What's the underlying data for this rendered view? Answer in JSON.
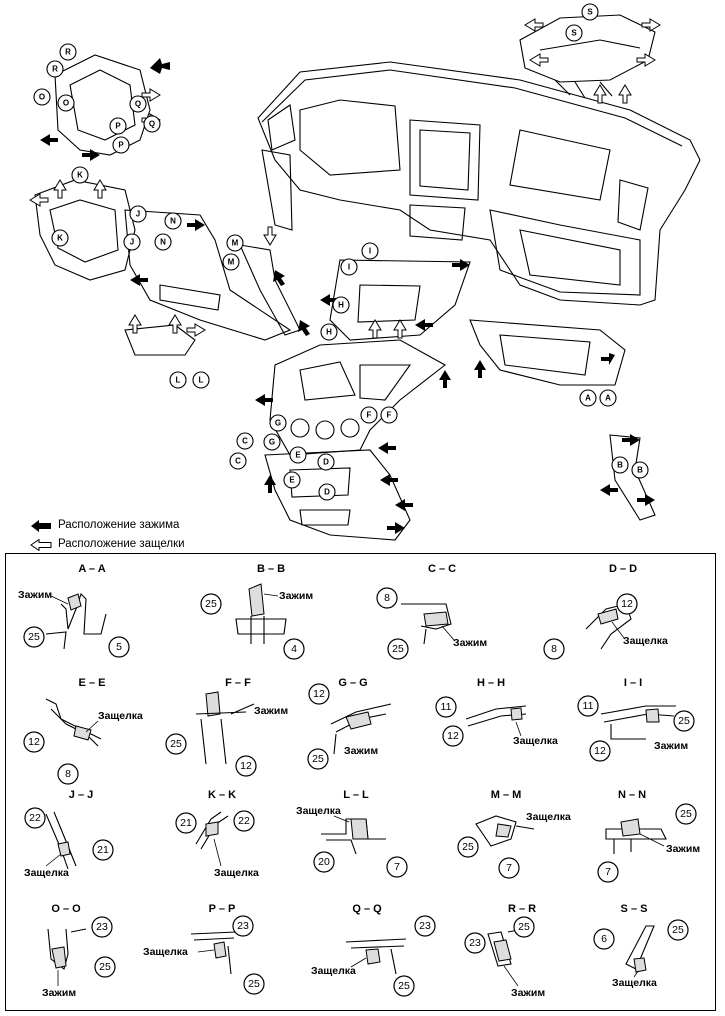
{
  "legend": {
    "clip_label": "Расположение зажима",
    "latch_label": "Расположение защелки",
    "clip_icon": "filled-arrow-icon",
    "latch_icon": "outline-arrow-icon"
  },
  "callouts": [
    "A",
    "A",
    "B",
    "B",
    "C",
    "C",
    "D",
    "D",
    "E",
    "E",
    "F",
    "F",
    "G",
    "G",
    "H",
    "H",
    "I",
    "I",
    "J",
    "J",
    "K",
    "K",
    "L",
    "L",
    "M",
    "M",
    "N",
    "N",
    "O",
    "O",
    "P",
    "P",
    "Q",
    "Q",
    "R",
    "R",
    "S",
    "S"
  ],
  "sections": [
    {
      "title": "A – A",
      "parts": [
        "25",
        "5"
      ],
      "labels": [
        "Зажим"
      ]
    },
    {
      "title": "B – B",
      "parts": [
        "25",
        "4"
      ],
      "labels": [
        "Зажим"
      ]
    },
    {
      "title": "C – C",
      "parts": [
        "8",
        "25"
      ],
      "labels": [
        "Зажим"
      ]
    },
    {
      "title": "D – D",
      "parts": [
        "12",
        "8"
      ],
      "labels": [
        "Защелка"
      ]
    },
    {
      "title": "E – E",
      "parts": [
        "12",
        "8"
      ],
      "labels": [
        "Защелка"
      ]
    },
    {
      "title": "F – F",
      "parts": [
        "25",
        "12"
      ],
      "labels": [
        "Зажим"
      ]
    },
    {
      "title": "G – G",
      "parts": [
        "12",
        "25"
      ],
      "labels": [
        "Зажим"
      ]
    },
    {
      "title": "H – H",
      "parts": [
        "11",
        "12"
      ],
      "labels": [
        "Защелка"
      ]
    },
    {
      "title": "I – I",
      "parts": [
        "11",
        "25",
        "12"
      ],
      "labels": [
        "Зажим"
      ]
    },
    {
      "title": "J – J",
      "parts": [
        "22",
        "21"
      ],
      "labels": [
        "Защелка"
      ]
    },
    {
      "title": "K – K",
      "parts": [
        "21",
        "22"
      ],
      "labels": [
        "Защелка"
      ]
    },
    {
      "title": "L – L",
      "parts": [
        "20",
        "7"
      ],
      "labels": [
        "Защелка"
      ]
    },
    {
      "title": "M – M",
      "parts": [
        "25",
        "7"
      ],
      "labels": [
        "Защелка"
      ]
    },
    {
      "title": "N – N",
      "parts": [
        "25",
        "7"
      ],
      "labels": [
        "Зажим"
      ]
    },
    {
      "title": "O – O",
      "parts": [
        "23",
        "25"
      ],
      "labels": [
        "Зажим"
      ]
    },
    {
      "title": "P – P",
      "parts": [
        "23",
        "25"
      ],
      "labels": [
        "Защелка"
      ]
    },
    {
      "title": "Q – Q",
      "parts": [
        "23",
        "25"
      ],
      "labels": [
        "Защелка"
      ]
    },
    {
      "title": "R – R",
      "parts": [
        "23",
        "25"
      ],
      "labels": [
        "Зажим"
      ]
    },
    {
      "title": "S – S",
      "parts": [
        "6",
        "25"
      ],
      "labels": [
        "Защелка"
      ]
    }
  ]
}
